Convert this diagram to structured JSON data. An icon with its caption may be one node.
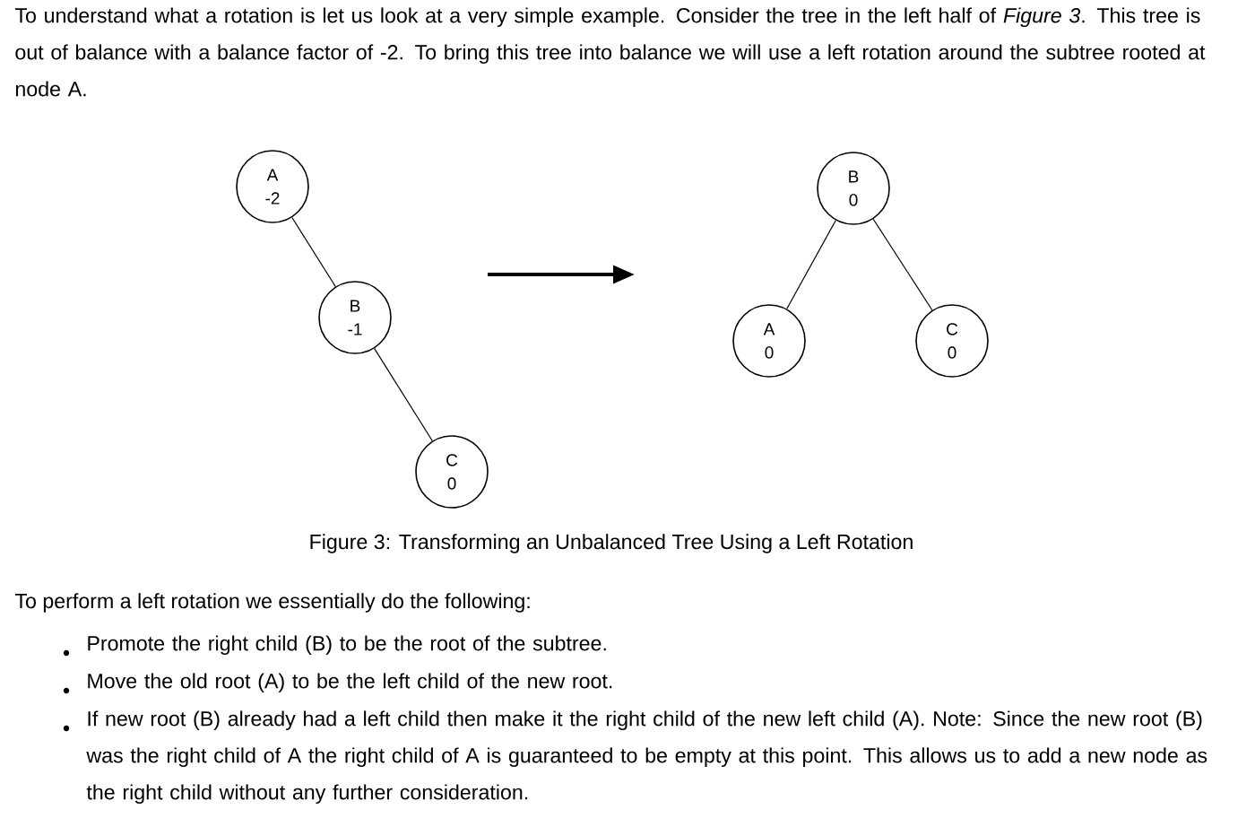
{
  "diagram": {
    "caption": "Figure 3: Transforming an Unbalanced Tree Using a Left Rotation",
    "nodes": [
      {
        "text": [
          "A",
          "-2"
        ]
      },
      {
        "text": [
          "B",
          "-1"
        ]
      },
      {
        "text": [
          "C",
          "0"
        ]
      },
      {
        "text": [
          "B",
          "0"
        ]
      },
      {
        "text": [
          "A",
          "0"
        ]
      },
      {
        "text": [
          "C",
          "0"
        ]
      }
    ],
    "edges": [
      {
        "from": 0,
        "to": 1,
        "arrow": "none"
      },
      {
        "from": 1,
        "to": 2,
        "arrow": "none"
      },
      {
        "from": 3,
        "to": 4,
        "arrow": "none"
      },
      {
        "from": 3,
        "to": 5,
        "arrow": "none"
      }
    ],
    "labels": [
      "To understand what a rotation is let us look at a very simple example. Consider the tree in the left half of *Figure 3*. This tree is out of balance with a balance factor of -2. To bring this tree into balance we will use a left rotation around the subtree rooted at node A.",
      "To perform a left rotation we essentially do the following:",
      "Promote the right child (B) to be the root of the subtree.",
      "Move the old root (A) to be the left child of the new root.",
      "If new root (B) already had a left child then make it the right child of the new left child (A). Note: Since the new root (B) was the right child of A the right child of A is guaranteed to be empty at this point. This allows us to add a new node as the right child without any further consideration."
    ]
  }
}
